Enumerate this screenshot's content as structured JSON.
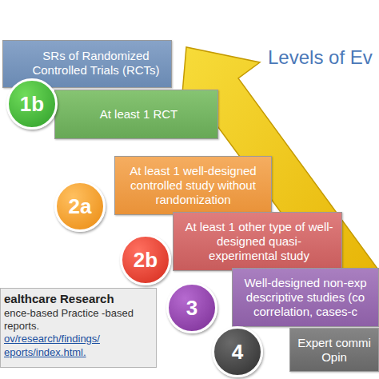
{
  "diagram": {
    "title": "Levels of Ev",
    "nodes": [
      {
        "text": [
          "SRs of Randomized Controlled Trials (RCTs)"
        ]
      },
      {
        "text": [
          "1b"
        ]
      },
      {
        "text": [
          "At least 1 RCT"
        ]
      },
      {
        "text": [
          "2a"
        ]
      },
      {
        "text": [
          "At least 1 well-designed controlled study without randomization"
        ]
      },
      {
        "text": [
          "2b"
        ]
      },
      {
        "text": [
          "At least 1 other type of well-designed quasi-experimental study"
        ]
      },
      {
        "text": [
          "3"
        ]
      },
      {
        "text": [
          "Well-designed non-exp descriptive studies (co correlation, cases-c"
        ]
      },
      {
        "text": [
          "4"
        ]
      },
      {
        "text": [
          "Expert commi Opin"
        ]
      },
      {
        "text": [
          "ealthcare Research",
          "ence-based Practice -based reports.",
          "ov/research/findings/ eports/index.html."
        ]
      }
    ]
  }
}
